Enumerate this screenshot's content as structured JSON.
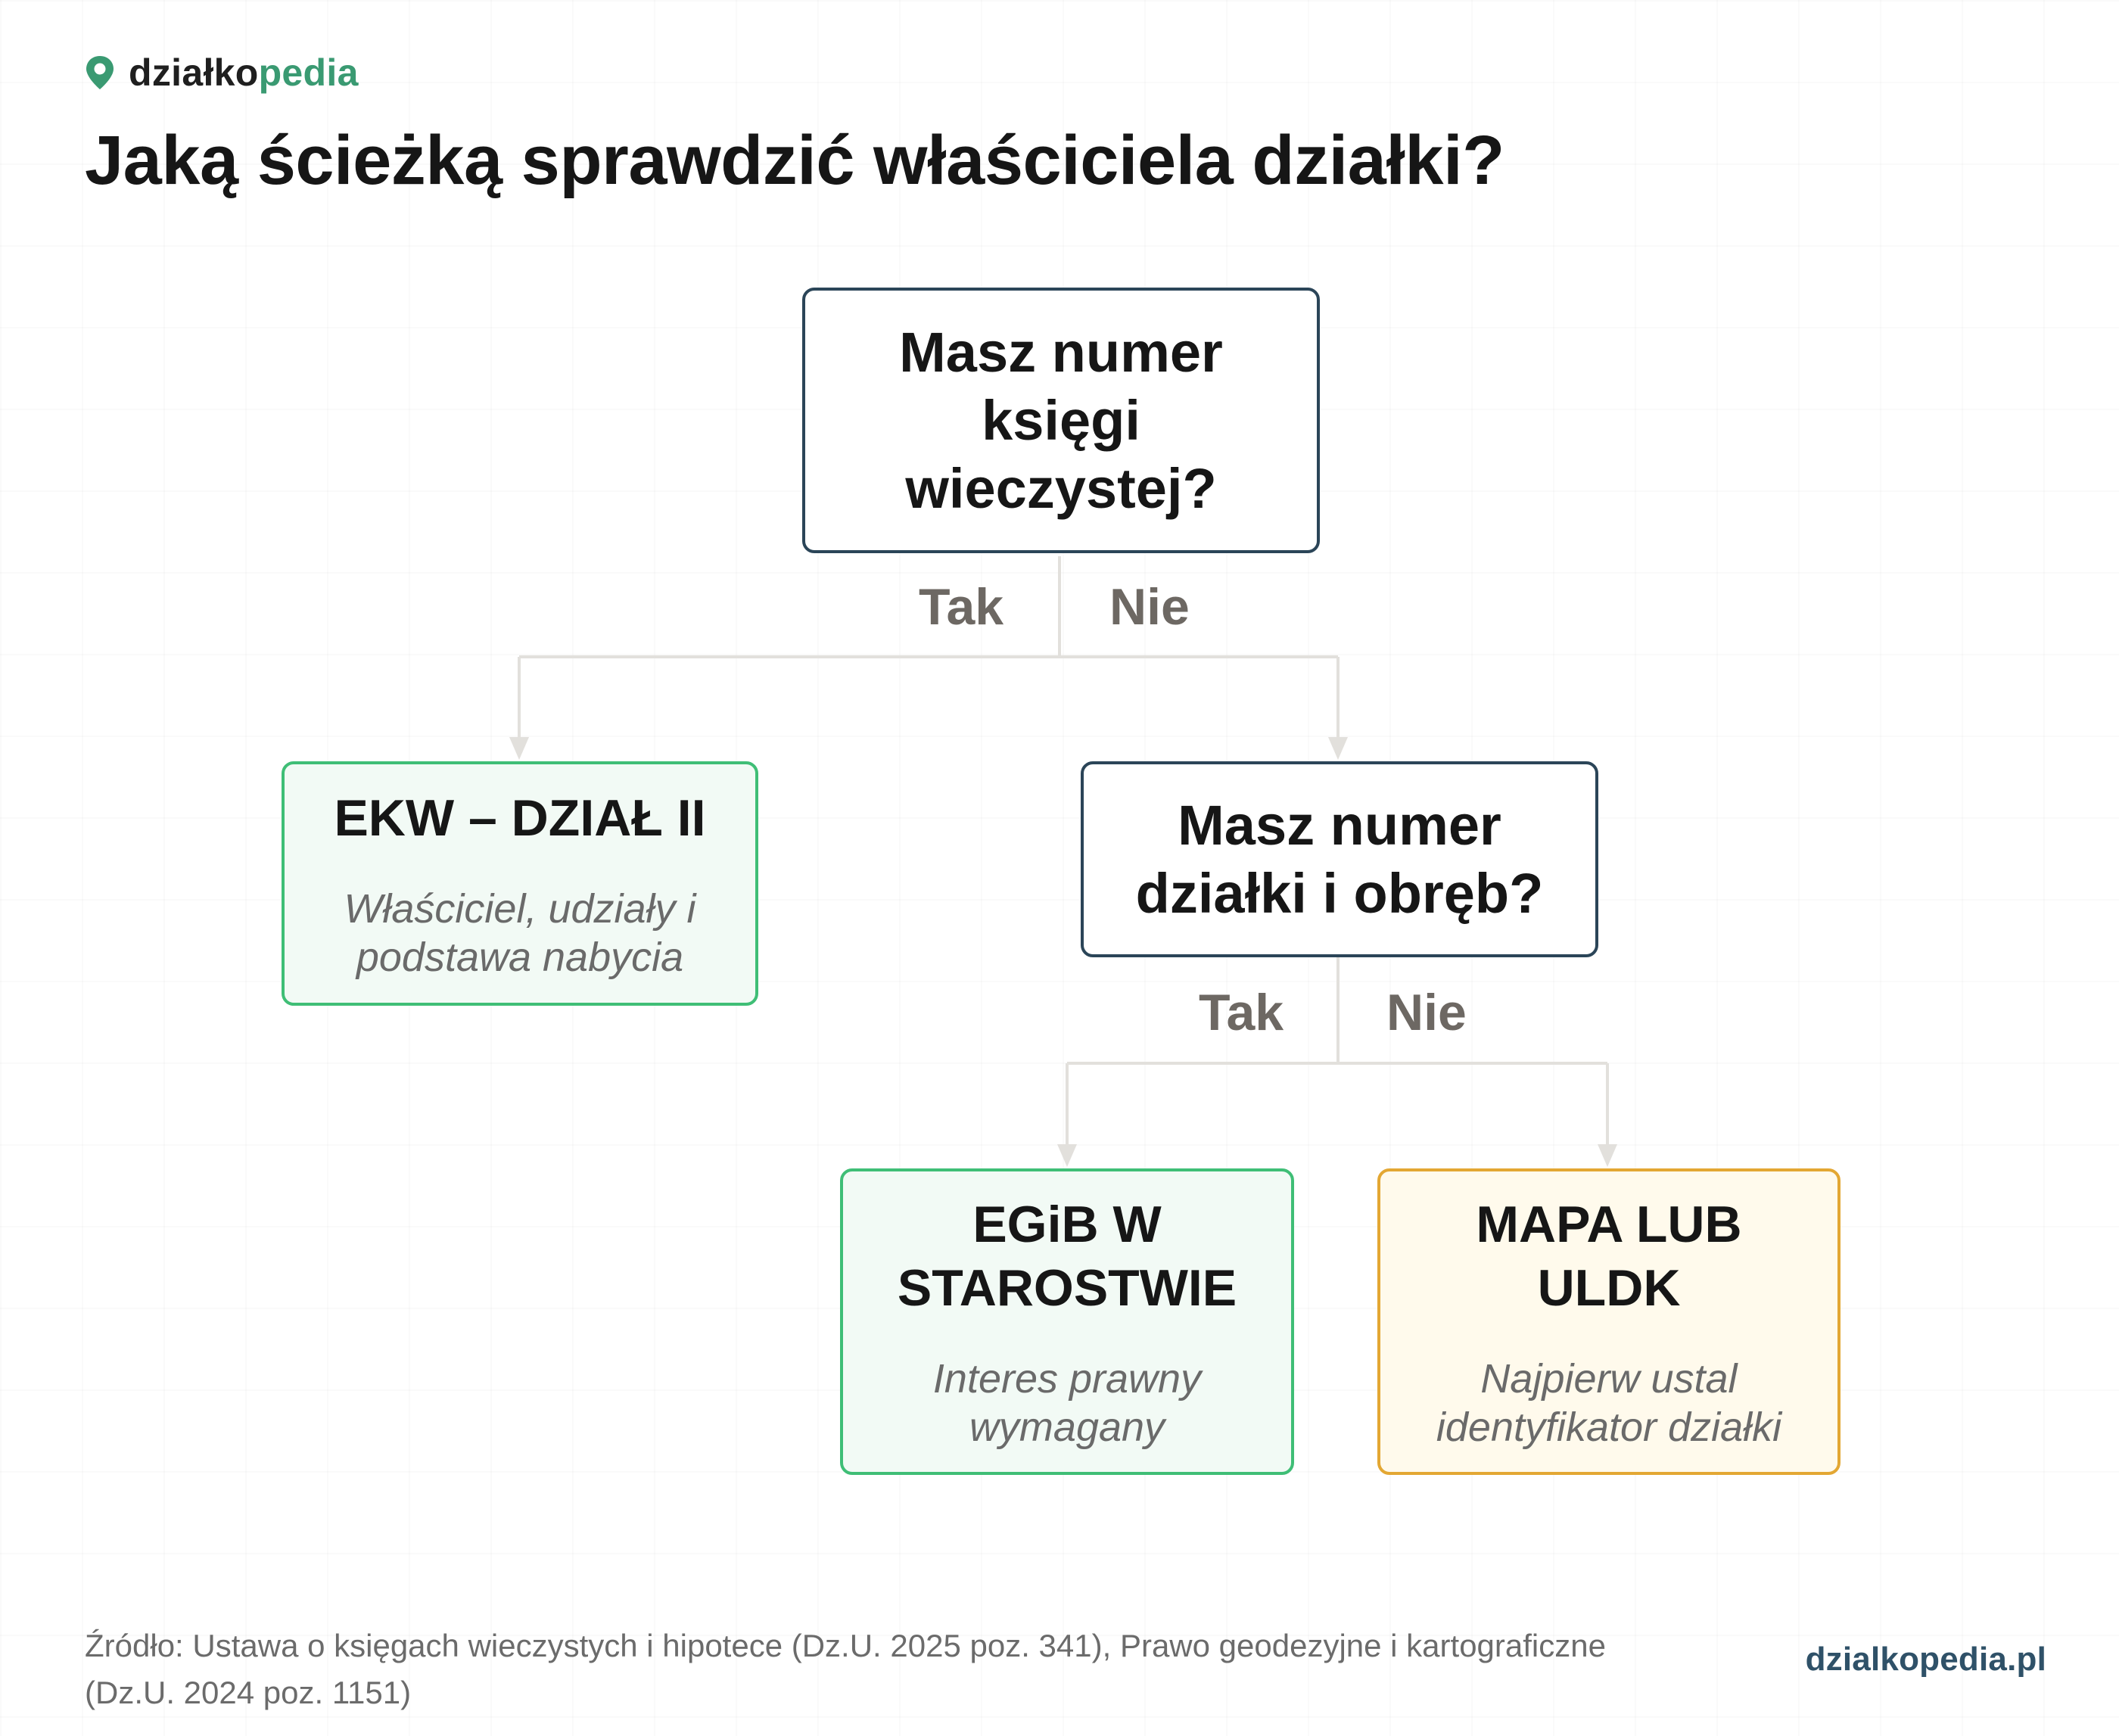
{
  "brand": {
    "name_part1": "działko",
    "name_part2": "pedia",
    "icon": "map-pin-icon",
    "color_brand": "#3a9a72"
  },
  "title": "Jaką ścieżką sprawdzić właściciela działki?",
  "flowchart": {
    "q1": {
      "lines": [
        "Masz numer",
        "księgi",
        "wieczystej?"
      ]
    },
    "q1_yes": "Tak",
    "q1_no": "Nie",
    "ans1": {
      "title": "EKW – DZIAŁ II",
      "desc_lines": [
        "Właściciel, udziały i",
        "podstawa nabycia"
      ]
    },
    "q2": {
      "lines": [
        "Masz numer",
        "działki i obręb?"
      ]
    },
    "q2_yes": "Tak",
    "q2_no": "Nie",
    "ans2": {
      "title_lines": [
        "EGiB W",
        "STAROSTWIE"
      ],
      "desc_lines": [
        "Interes prawny",
        "wymagany"
      ]
    },
    "ans3": {
      "title_lines": [
        "MAPA LUB",
        "ULDK"
      ],
      "desc_lines": [
        "Najpierw ustal",
        "identyfikator działki"
      ]
    }
  },
  "colors": {
    "question_border": "#2b4558",
    "answer_green_border": "#3fbe76",
    "answer_green_fill": "#f2faf5",
    "answer_amber_border": "#e3a733",
    "answer_amber_fill": "#fffaec",
    "connector": "#e2e0dc"
  },
  "footer": {
    "source_line1": "Źródło: Ustawa o księgach wieczystych i hipotece (Dz.U. 2025 poz. 341), Prawo geodezyjne i kartograficzne",
    "source_line2": "(Dz.U. 2024 poz. 1151)",
    "site": "dzialkopedia.pl"
  }
}
